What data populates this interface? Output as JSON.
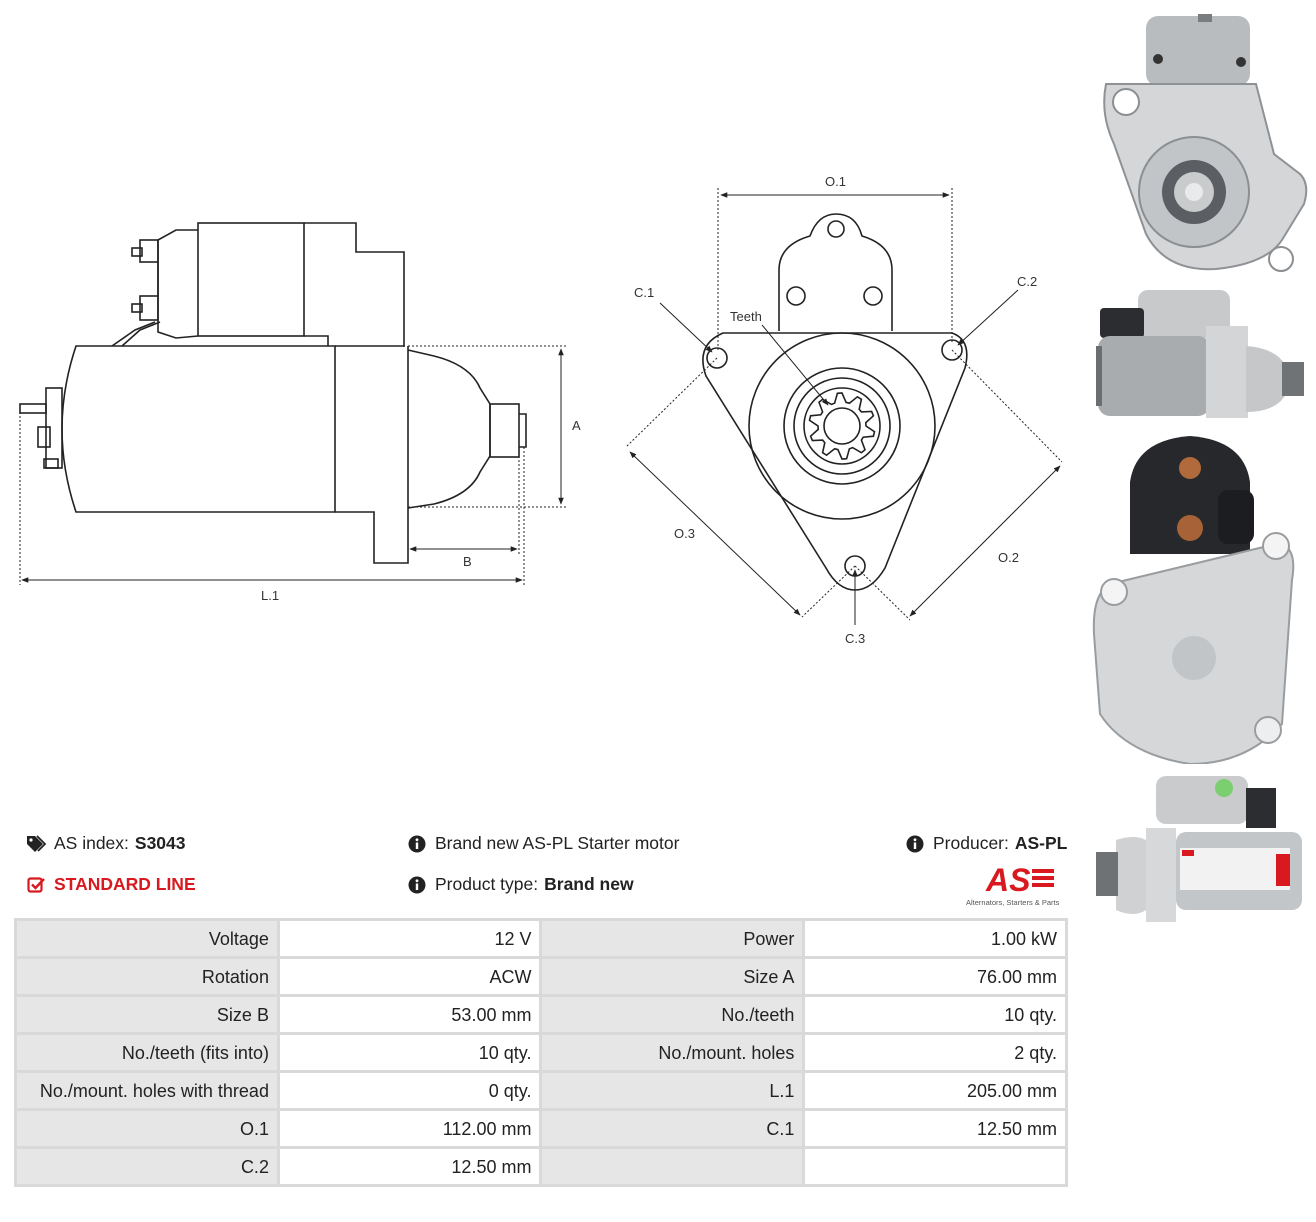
{
  "diagram": {
    "side_labels": {
      "a": "A",
      "b": "B",
      "l1": "L.1"
    },
    "front_labels": {
      "o1": "O.1",
      "o2": "O.2",
      "o3": "O.3",
      "c1": "C.1",
      "c2": "C.2",
      "c3": "C.3",
      "teeth": "Teeth"
    }
  },
  "photos": [
    {
      "name": "photo-front-view"
    },
    {
      "name": "photo-side-view"
    },
    {
      "name": "photo-rear-view"
    },
    {
      "name": "photo-angle-view"
    }
  ],
  "header": {
    "as_index_label": "AS index:",
    "as_index_value": "S3043",
    "standard_line": "STANDARD LINE",
    "description": "Brand new AS-PL Starter motor",
    "product_type_label": "Product type:",
    "product_type_value": "Brand new",
    "producer_label": "Producer:",
    "producer_value": "AS-PL",
    "logo_text": "AS",
    "logo_tagline": "Alternators, Starters & Parts"
  },
  "specs": [
    [
      {
        "k": "Voltage",
        "v": "12 V"
      },
      {
        "k": "Power",
        "v": "1.00 kW"
      }
    ],
    [
      {
        "k": "Rotation",
        "v": "ACW"
      },
      {
        "k": "Size A",
        "v": "76.00 mm"
      }
    ],
    [
      {
        "k": "Size B",
        "v": "53.00 mm"
      },
      {
        "k": "No./teeth",
        "v": "10 qty."
      }
    ],
    [
      {
        "k": "No./teeth (fits into)",
        "v": "10 qty."
      },
      {
        "k": "No./mount. holes",
        "v": "2 qty."
      }
    ],
    [
      {
        "k": "No./mount. holes with thread",
        "v": "0 qty."
      },
      {
        "k": "L.1",
        "v": "205.00 mm"
      }
    ],
    [
      {
        "k": "O.1",
        "v": "112.00 mm"
      },
      {
        "k": "C.1",
        "v": "12.50 mm"
      }
    ],
    [
      {
        "k": "C.2",
        "v": "12.50 mm"
      },
      {
        "k": "",
        "v": ""
      }
    ]
  ],
  "colors": {
    "accent_red": "#d8191f",
    "line": "#222222",
    "table_bg": "#e6e6e6"
  },
  "icons": {
    "tag": "tags-icon",
    "info": "info-circle-icon",
    "check": "check-square-icon"
  }
}
